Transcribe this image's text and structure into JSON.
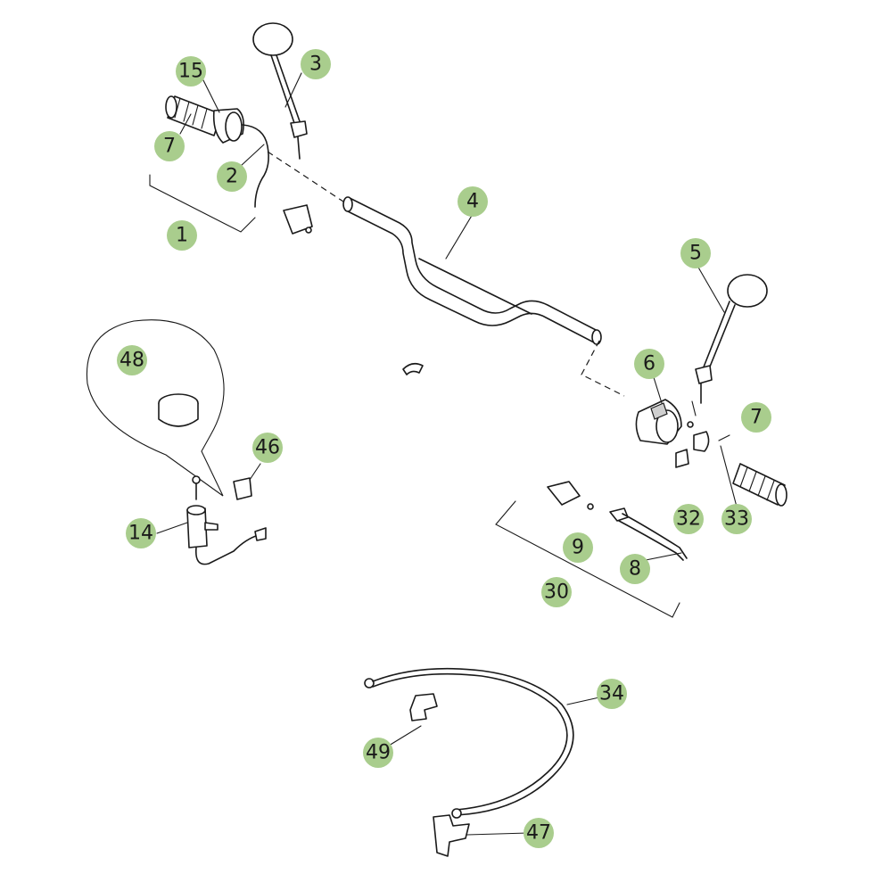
{
  "callouts": {
    "c1": "1",
    "c2": "2",
    "c3": "3",
    "c4": "4",
    "c5": "5",
    "c6": "6",
    "c7_left": "7",
    "c7_right": "7",
    "c8": "8",
    "c9": "9",
    "c14": "14",
    "c15": "15",
    "c30": "30",
    "c32": "32",
    "c33": "33",
    "c34": "34",
    "c46": "46",
    "c47": "47",
    "c48": "48",
    "c49": "49"
  },
  "colors": {
    "badge": "#a9cd8d",
    "line": "#1a1a1a",
    "background": "#ffffff"
  }
}
